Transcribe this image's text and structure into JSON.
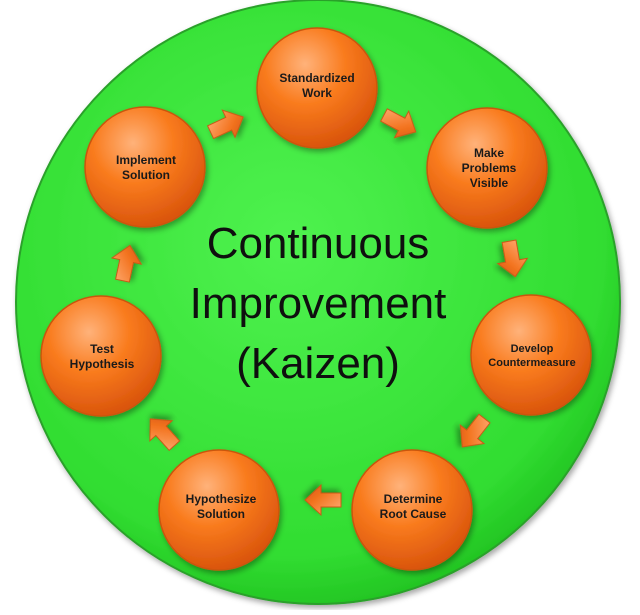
{
  "center": {
    "lines": [
      "Continuous",
      "Improvement",
      "(Kaizen)"
    ]
  },
  "steps": [
    {
      "lines": [
        "Standardized",
        "Work"
      ]
    },
    {
      "lines": [
        "Make",
        "Problems",
        "Visible"
      ]
    },
    {
      "lines": [
        "Develop",
        "Countermeasure"
      ]
    },
    {
      "lines": [
        "Determine",
        "Root Cause"
      ]
    },
    {
      "lines": [
        "Hypothesize",
        "Solution"
      ]
    },
    {
      "lines": [
        "Test",
        "Hypothesis"
      ]
    },
    {
      "lines": [
        "Implement",
        "Solution"
      ]
    }
  ],
  "colors": {
    "background_circle": "#33dd33",
    "node_fill": "#f56a10",
    "arrow_fill": "#f47a22",
    "text": "#111111"
  }
}
